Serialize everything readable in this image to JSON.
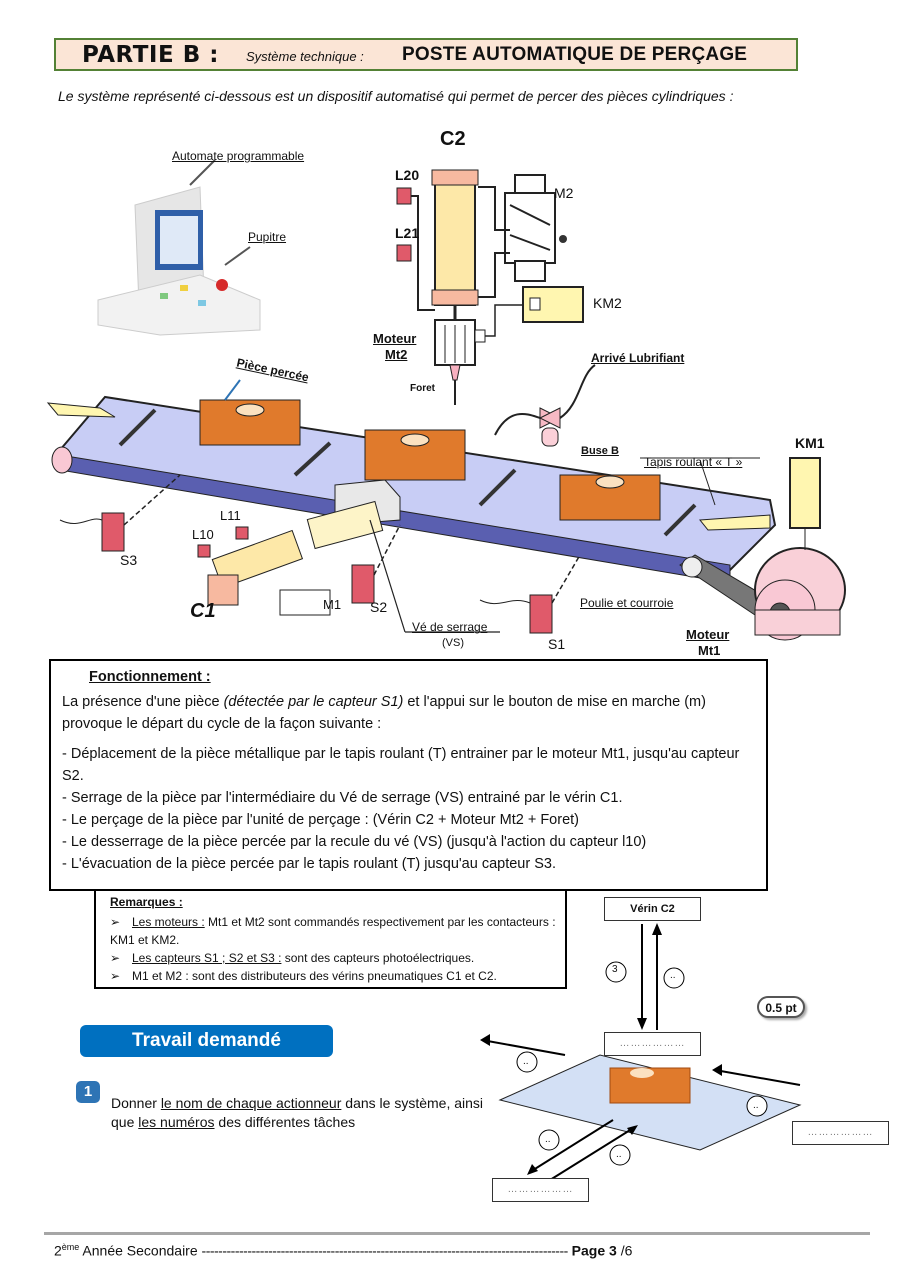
{
  "header": {
    "part_label": "PARTIE B :",
    "system_label": "Système technique :",
    "system_title": "POSTE AUTOMATIQUE DE PERÇAGE"
  },
  "intro": "Le système représenté ci-dessous est un dispositif automatisé qui permet de percer des pièces cylindriques :",
  "diagram": {
    "labels": {
      "automate": "Automate programmable",
      "pupitre": "Pupitre",
      "c2": "C2",
      "l20": "L20",
      "l21": "L21",
      "m2": "M2",
      "km2": "KM2",
      "moteur_mt2_1": "Moteur",
      "moteur_mt2_2": "Mt2",
      "foret": "Foret",
      "arrive_lubrifiant": "Arrivé Lubrifiant",
      "piece_percee": "Pièce percée",
      "buse_b": "Buse B",
      "tapis": "Tapis roulant « T »",
      "km1": "KM1",
      "l11": "L11",
      "l10": "L10",
      "s3": "S3",
      "c1": "C1",
      "m1": "M1",
      "s2": "S2",
      "ve_serrage": "Vé de serrage",
      "vs": "(VS)",
      "s1": "S1",
      "poulie": "Poulie et courroie",
      "moteur_mt1_1": "Moteur",
      "moteur_mt1_2": "Mt1"
    },
    "colors": {
      "belt": "#c8cdf5",
      "belt_side": "#5a5fb0",
      "piece": "#e07a2c",
      "sensor": "#e05a6a",
      "contactor": "#fff6b0"
    }
  },
  "fonctionnement": {
    "title": "Fonctionnement :",
    "p1_a": "La présence d'une pièce ",
    "p1_italic": "(détectée par le capteur S1)",
    "p1_b": " et l'appui sur le bouton de mise en marche (m)  provoque le départ du cycle de la façon suivante :",
    "steps": [
      "-  Déplacement de la pièce métallique par le tapis roulant (T) entrainer par le moteur Mt1, jusqu'au capteur S2.",
      "-  Serrage de la pièce par l'intermédiaire du Vé de serrage (VS) entrainé par le vérin C1.",
      "-  Le perçage de la pièce par l'unité de perçage : (Vérin C2 + Moteur Mt2 + Foret)",
      "-  Le desserrage de la pièce percée par la recule du vé (VS) (jusqu'à l'action du capteur l10)",
      "-  L'évacuation de la pièce percée par le tapis roulant (T) jusqu'au capteur S3."
    ]
  },
  "remarques": {
    "title": "Remarques :",
    "items": [
      {
        "lead": "Les  moteurs :",
        "text": " Mt1 et Mt2 sont commandés respectivement par les contacteurs : KM1 et  KM2."
      },
      {
        "lead": "Les capteurs S1 ; S2 et S3  :",
        "text": " sont des capteurs photoélectriques."
      },
      {
        "lead": "",
        "text": "M1 et M2 : sont des distributeurs des vérins pneumatiques C1 et C2."
      }
    ]
  },
  "travail": {
    "title": "Travail demandé",
    "question_number": "1",
    "question_a": "Donner ",
    "question_u1": "le nom de chaque actionneur",
    "question_b": " dans le système, ainsi que ",
    "question_u2": "les numéros",
    "question_c": " des différentes tâches"
  },
  "exercise": {
    "verin_box": "Vérin C2",
    "blank": "………………",
    "bubble_known": "3",
    "bubble_blank": "..",
    "points": "0.5 pt"
  },
  "footer": {
    "level_num": "2",
    "level_sup": "ème",
    "level_text": " Année Secondaire ",
    "dashes": "----------------------------------------------------------------------------------------",
    "page_label": " Page 3",
    "page_total": " /6"
  }
}
